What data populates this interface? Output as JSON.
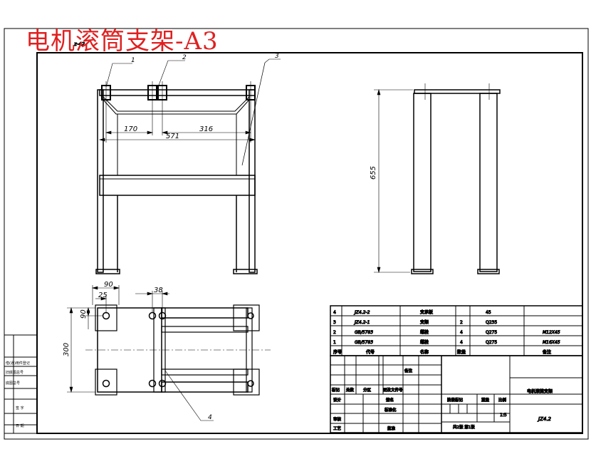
{
  "title": "电机滚筒支架-A3",
  "balloons": [
    "1",
    "2",
    "3",
    "4"
  ],
  "dims": {
    "front_170": "170",
    "front_316": "316",
    "front_571": "571",
    "side_655": "655",
    "top_90w": "90",
    "top_25": "25",
    "top_38": "38",
    "top_90h": "90",
    "top_300": "300"
  },
  "bom": {
    "rows": [
      {
        "no": "4",
        "code": "JZ4.2-2",
        "name": "支承板",
        "qty": "",
        "mat": "45",
        "note": ""
      },
      {
        "no": "3",
        "code": "JZ4.2-1",
        "name": "支架",
        "qty": "2",
        "mat": "Q235",
        "note": ""
      },
      {
        "no": "2",
        "code": "GB/5783",
        "name": "螺栓",
        "qty": "4",
        "mat": "Q275",
        "note": "M12X45"
      },
      {
        "no": "1",
        "code": "GB/5783",
        "name": "螺栓",
        "qty": "4",
        "mat": "Q275",
        "note": "M16X45"
      }
    ],
    "header": {
      "no": "序号",
      "code": "代号",
      "name": "名称",
      "qty": "数量",
      "note": "备注"
    },
    "mid_note": "备注"
  },
  "titleblock": {
    "labels": [
      "标记",
      "处数",
      "分区",
      "更改文件号",
      "签名",
      "设计",
      "标准化",
      "审核",
      "工艺",
      "批准"
    ],
    "stage_label": "阶段标记",
    "weight_label": "重量",
    "scale_label": "比例",
    "scale_value": "1:5",
    "sheet_info": "共2张 第1张",
    "part_name": "电机滚筒支架",
    "drawing_no": "JZ4.2"
  },
  "sidebar": {
    "row1": "借(通)用件登记",
    "row2": "旧底图总号",
    "row3": "底图总号",
    "sign": "签 字",
    "date": "日 期"
  }
}
